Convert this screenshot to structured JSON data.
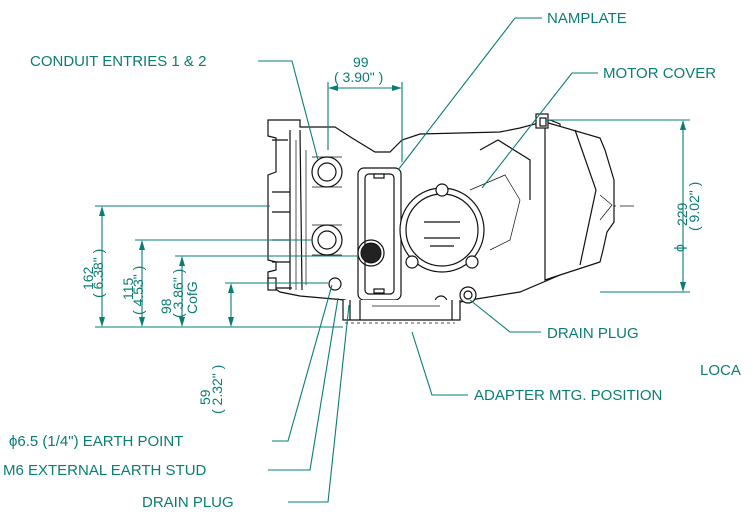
{
  "colors": {
    "annotation": "#0a7d74",
    "line": "#111111",
    "background": "#ffffff"
  },
  "labels": {
    "conduit_entries": "CONDUIT ENTRIES 1 & 2",
    "nameplate": "NAMPLATE",
    "motor_cover": "MOTOR COVER",
    "drain_plug_right": "DRAIN PLUG",
    "loca": "LOCA",
    "adapter_mtg_position": "ADAPTER MTG. POSITION",
    "earth_point": "ϕ6.5 (1/4\") EARTH POINT",
    "external_earth_stud": "M6 EXTERNAL EARTH STUD",
    "drain_plug_bottom": "DRAIN PLUG",
    "cofg": "CofG"
  },
  "dimensions": {
    "width_99": {
      "mm": "99",
      "inch": "( 3.90\" )"
    },
    "height_162": {
      "mm": "162",
      "inch": "( 6.38\" )"
    },
    "height_115": {
      "mm": "115",
      "inch": "( 4.53\" )"
    },
    "height_98": {
      "mm": "98",
      "inch": "( 3.86\" )"
    },
    "height_59": {
      "mm": "59",
      "inch": "( 2.32\" )"
    },
    "diameter_229": {
      "symbol": "ϕ",
      "mm": "229",
      "inch": "( 9.02\" )"
    }
  }
}
